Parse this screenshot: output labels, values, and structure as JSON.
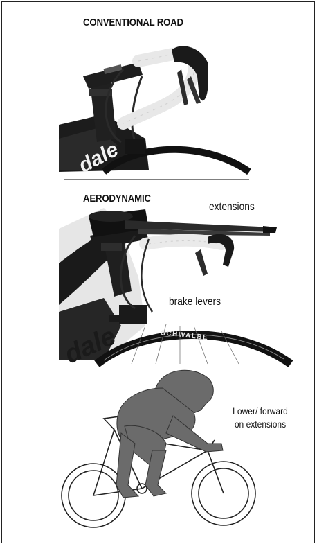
{
  "panels": {
    "conventional": {
      "title": "CONVENTIONAL ROAD"
    },
    "aero": {
      "title": "AERODYNAMIC",
      "callout_extensions": "extensions",
      "callout_brakes": "brake levers",
      "tire_text": "SCHWALBE",
      "frame_text": "dale"
    },
    "rider": {
      "callout_line1": "Lower/ forward",
      "callout_line2": "on extensions"
    }
  },
  "colors": {
    "frame_black": "#1a1a1a",
    "bar_tape_white": "#eeeeee",
    "rider_silhouette": "#6b6b6b",
    "outline": "#222222"
  }
}
